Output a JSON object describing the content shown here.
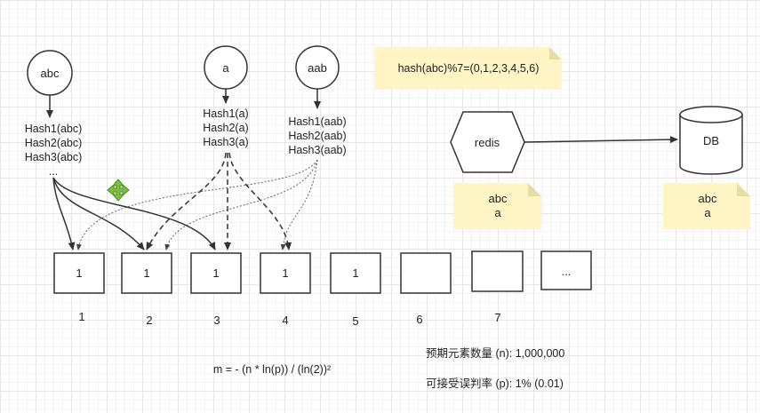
{
  "nodes": {
    "abc": "abc",
    "a": "a",
    "aab": "aab",
    "redis": "redis",
    "db": "DB"
  },
  "hash_labels": {
    "abc": [
      "Hash1(abc)",
      "Hash2(abc)",
      "Hash3(abc)",
      "..."
    ],
    "a": [
      "Hash1(a)",
      "Hash2(a)",
      "Hash3(a)"
    ],
    "aab": [
      "Hash1(aab)",
      "Hash2(aab)",
      "Hash3(aab)"
    ]
  },
  "notes": {
    "hash_formula": "hash(abc)%7=(0,1,2,3,4,5,6)",
    "redis_contents": [
      "abc",
      "a"
    ],
    "db_contents": [
      "abc",
      "a"
    ]
  },
  "bit_array": {
    "cells": [
      "1",
      "1",
      "1",
      "1",
      "1",
      "",
      "",
      "..."
    ],
    "indices": [
      "1",
      "2",
      "3",
      "4",
      "5",
      "6",
      "7"
    ]
  },
  "formula": "m = - (n * ln(p)) / (ln(2))²",
  "params": {
    "n": "预期元素数量 (n): 1,000,000",
    "p": "可接受误判率 (p): 1% (0.01)"
  },
  "colors": {
    "note_fill": "#fff4c3",
    "note_fold": "#e8dca0",
    "stroke": "#333333",
    "move_icon": "#7ac142"
  }
}
